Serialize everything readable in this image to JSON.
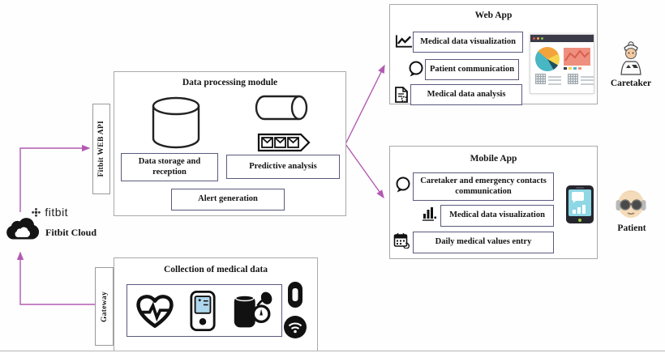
{
  "colors": {
    "connector_arrow": "#b25ab2",
    "inner_border": "#5a5a80",
    "outer_border": "#a9a9a9",
    "icon_black": "#161616",
    "phone_screen": "#8ed7e4",
    "pie_orange": "#f2a33c",
    "pie_yellow": "#f6d44b",
    "pie_teal": "#49b6c4",
    "pie_navy": "#22505e",
    "chart_salmon": "#ef8f7f"
  },
  "fitbit": {
    "logo_text": "fitbit",
    "cloud_label": "Fitbit Cloud",
    "api_tab": "Fitbit WEB API"
  },
  "processing": {
    "title": "Data processing module",
    "modules": [
      {
        "label": "Data storage and reception"
      },
      {
        "label": "Predictive analysis"
      },
      {
        "label": "Alert generation"
      }
    ],
    "icons": [
      "database-cylinder-icon",
      "pipeline-cylinder-icon",
      "message-queue-icon"
    ]
  },
  "web_app": {
    "title": "Web App",
    "items": [
      {
        "icon": "line-chart-icon",
        "label": "Medical data visualization"
      },
      {
        "icon": "chat-bubble-icon",
        "label": "Patient communication"
      },
      {
        "icon": "document-analysis-icon",
        "label": "Medical data analysis"
      }
    ],
    "preview": "browser-dashboard-mockup"
  },
  "mobile_app": {
    "title": "Mobile App",
    "items": [
      {
        "icon": "chat-bubble-icon",
        "label": "Caretaker and emergency contacts communication"
      },
      {
        "icon": "bar-chart-icon",
        "label": "Medical data visualization"
      },
      {
        "icon": "calendar-entry-icon",
        "label": "Daily medical values entry"
      }
    ],
    "preview": "smartphone-mockup"
  },
  "collection": {
    "title": "Collection of medical data",
    "gateway_tab": "Gateway",
    "device_icons": [
      "heart-ecg-icon",
      "glucometer-icon",
      "blood-pressure-monitor-icon",
      "fitness-band-icon",
      "wifi-icon"
    ]
  },
  "actors": {
    "caretaker_label": "Caretaker",
    "patient_label": "Patient"
  }
}
